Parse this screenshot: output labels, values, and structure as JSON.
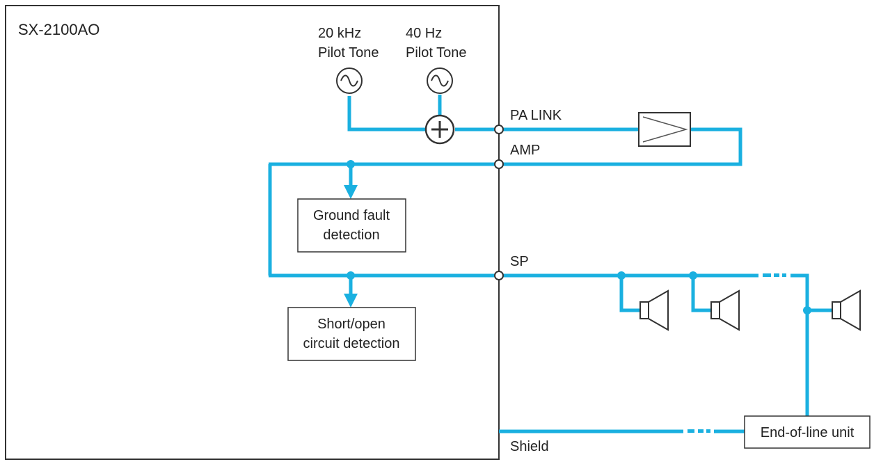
{
  "device": {
    "model": "SX-2100AO"
  },
  "tones": [
    {
      "line1": "20 kHz",
      "line2": "Pilot Tone"
    },
    {
      "line1": "40 Hz",
      "line2": "Pilot Tone"
    }
  ],
  "terminals": {
    "pa_link": "PA LINK",
    "amp": "AMP",
    "sp": "SP",
    "shield": "Shield"
  },
  "blocks": {
    "ground_fault": {
      "line1": "Ground fault",
      "line2": "detection"
    },
    "short_open": {
      "line1": "Short/open",
      "line2": "circuit detection"
    },
    "end_of_line": "End-of-line unit"
  },
  "colors": {
    "line": "#1ab0e0",
    "outline": "#333333",
    "background": "#ffffff"
  }
}
